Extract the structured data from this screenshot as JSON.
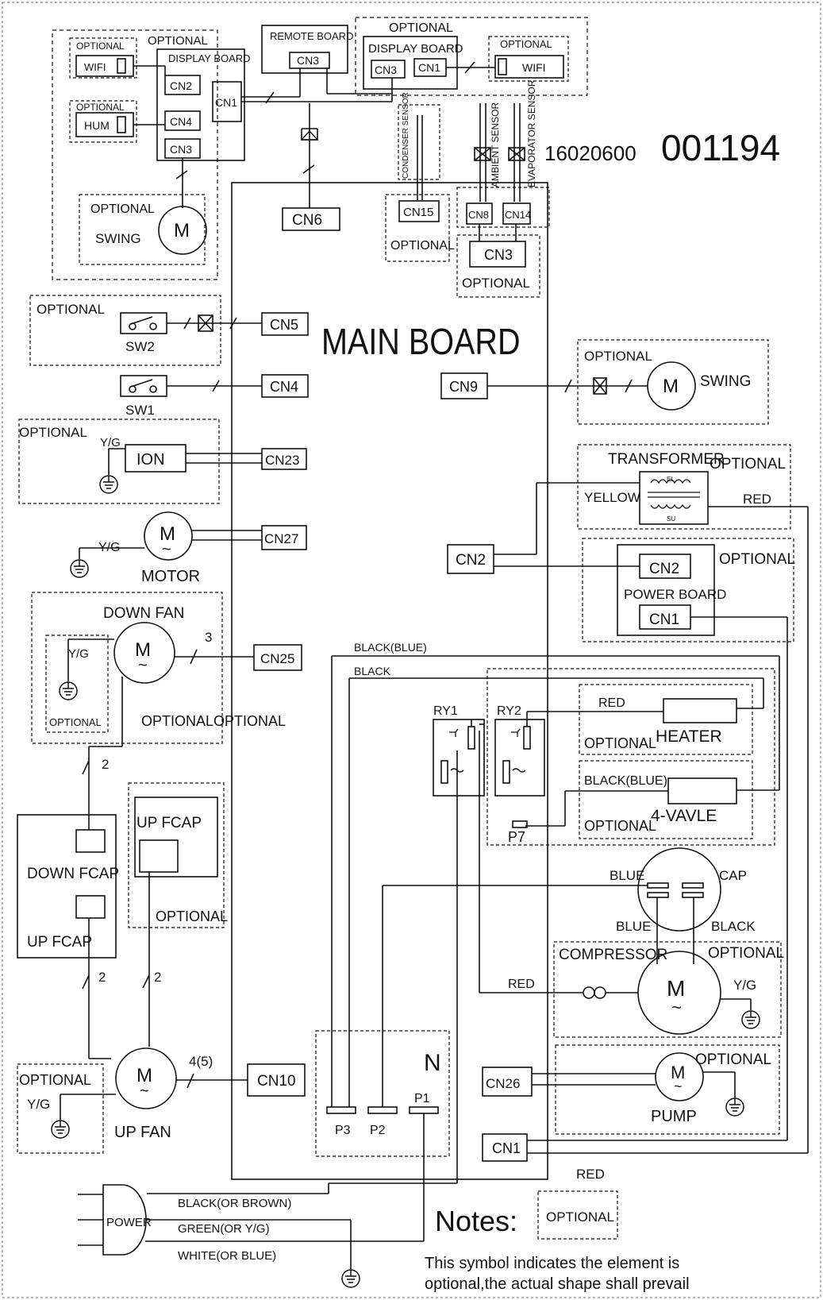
{
  "diagram": {
    "code_small": "16020600",
    "code_large": "001194",
    "main_board": "MAIN BOARD",
    "optional": "OPTIONAL",
    "optional_optional": "OPTIONALOPTIONAL",
    "remote_board": "REMOTE BOARD",
    "display_board_1": "DISPLAY BOARD",
    "display_board_2": "DISPLAY BOARD",
    "wifi": "WIFI",
    "hum": "HUM",
    "swing": "SWING",
    "motor_label": "MOTOR",
    "motor_symbol": "M",
    "tilde": "~",
    "ion": "ION",
    "sw1": "SW1",
    "sw2": "SW2",
    "yg": "Y/G",
    "down_fan": "DOWN FAN",
    "up_fan": "UP FAN",
    "down_fcap": "DOWN  FCAP",
    "up_fcap_left": "UP  FCAP",
    "up_fcap_right": "UP FCAP",
    "transformer": "TRANSFORMER",
    "yellow": "YELLOW",
    "red": "RED",
    "power_board": "POWER BOARD",
    "black_blue": "BLACK(BLUE)",
    "black": "BLACK",
    "blue": "BLUE",
    "ry1": "RY1",
    "ry2": "RY2",
    "heater": "HEATER",
    "four_valve": "4-VAVLE",
    "p7": "P7",
    "p1": "P1",
    "p2": "P2",
    "p3": "P3",
    "n": "N",
    "cap": "CAP",
    "compressor": "COMPRESSOR",
    "pump": "PUMP",
    "power": "POWER",
    "el": "EL",
    "su": "SU",
    "wire_black_brown": "BLACK(OR BROWN)",
    "wire_green": "GREEN(OR Y/G)",
    "wire_white": "WHITE(OR BLUE)",
    "ambient_sensor": "AMBIENT SENSOR",
    "evaporator_sensor": "EVAPORATOR SENSOR",
    "condenser_sensor": "CONDENSER SENSOR",
    "wire_count_2": "2",
    "wire_count_3": "3",
    "wire_count_45": "4(5)",
    "connectors": {
      "cn1": "CN1",
      "cn2": "CN2",
      "cn3": "CN3",
      "cn4": "CN4",
      "cn5": "CN5",
      "cn6": "CN6",
      "cn8": "CN8",
      "cn9": "CN9",
      "cn10": "CN10",
      "cn14": "CN14",
      "cn15": "CN15",
      "cn23": "CN23",
      "cn25": "CN25",
      "cn26": "CN26",
      "cn27": "CN27"
    }
  },
  "notes": {
    "title": "Notes:",
    "symbol_label": "OPTIONAL",
    "line1": "This symbol indicates the element is",
    "line2": "optional,the actual shape shall prevail"
  }
}
